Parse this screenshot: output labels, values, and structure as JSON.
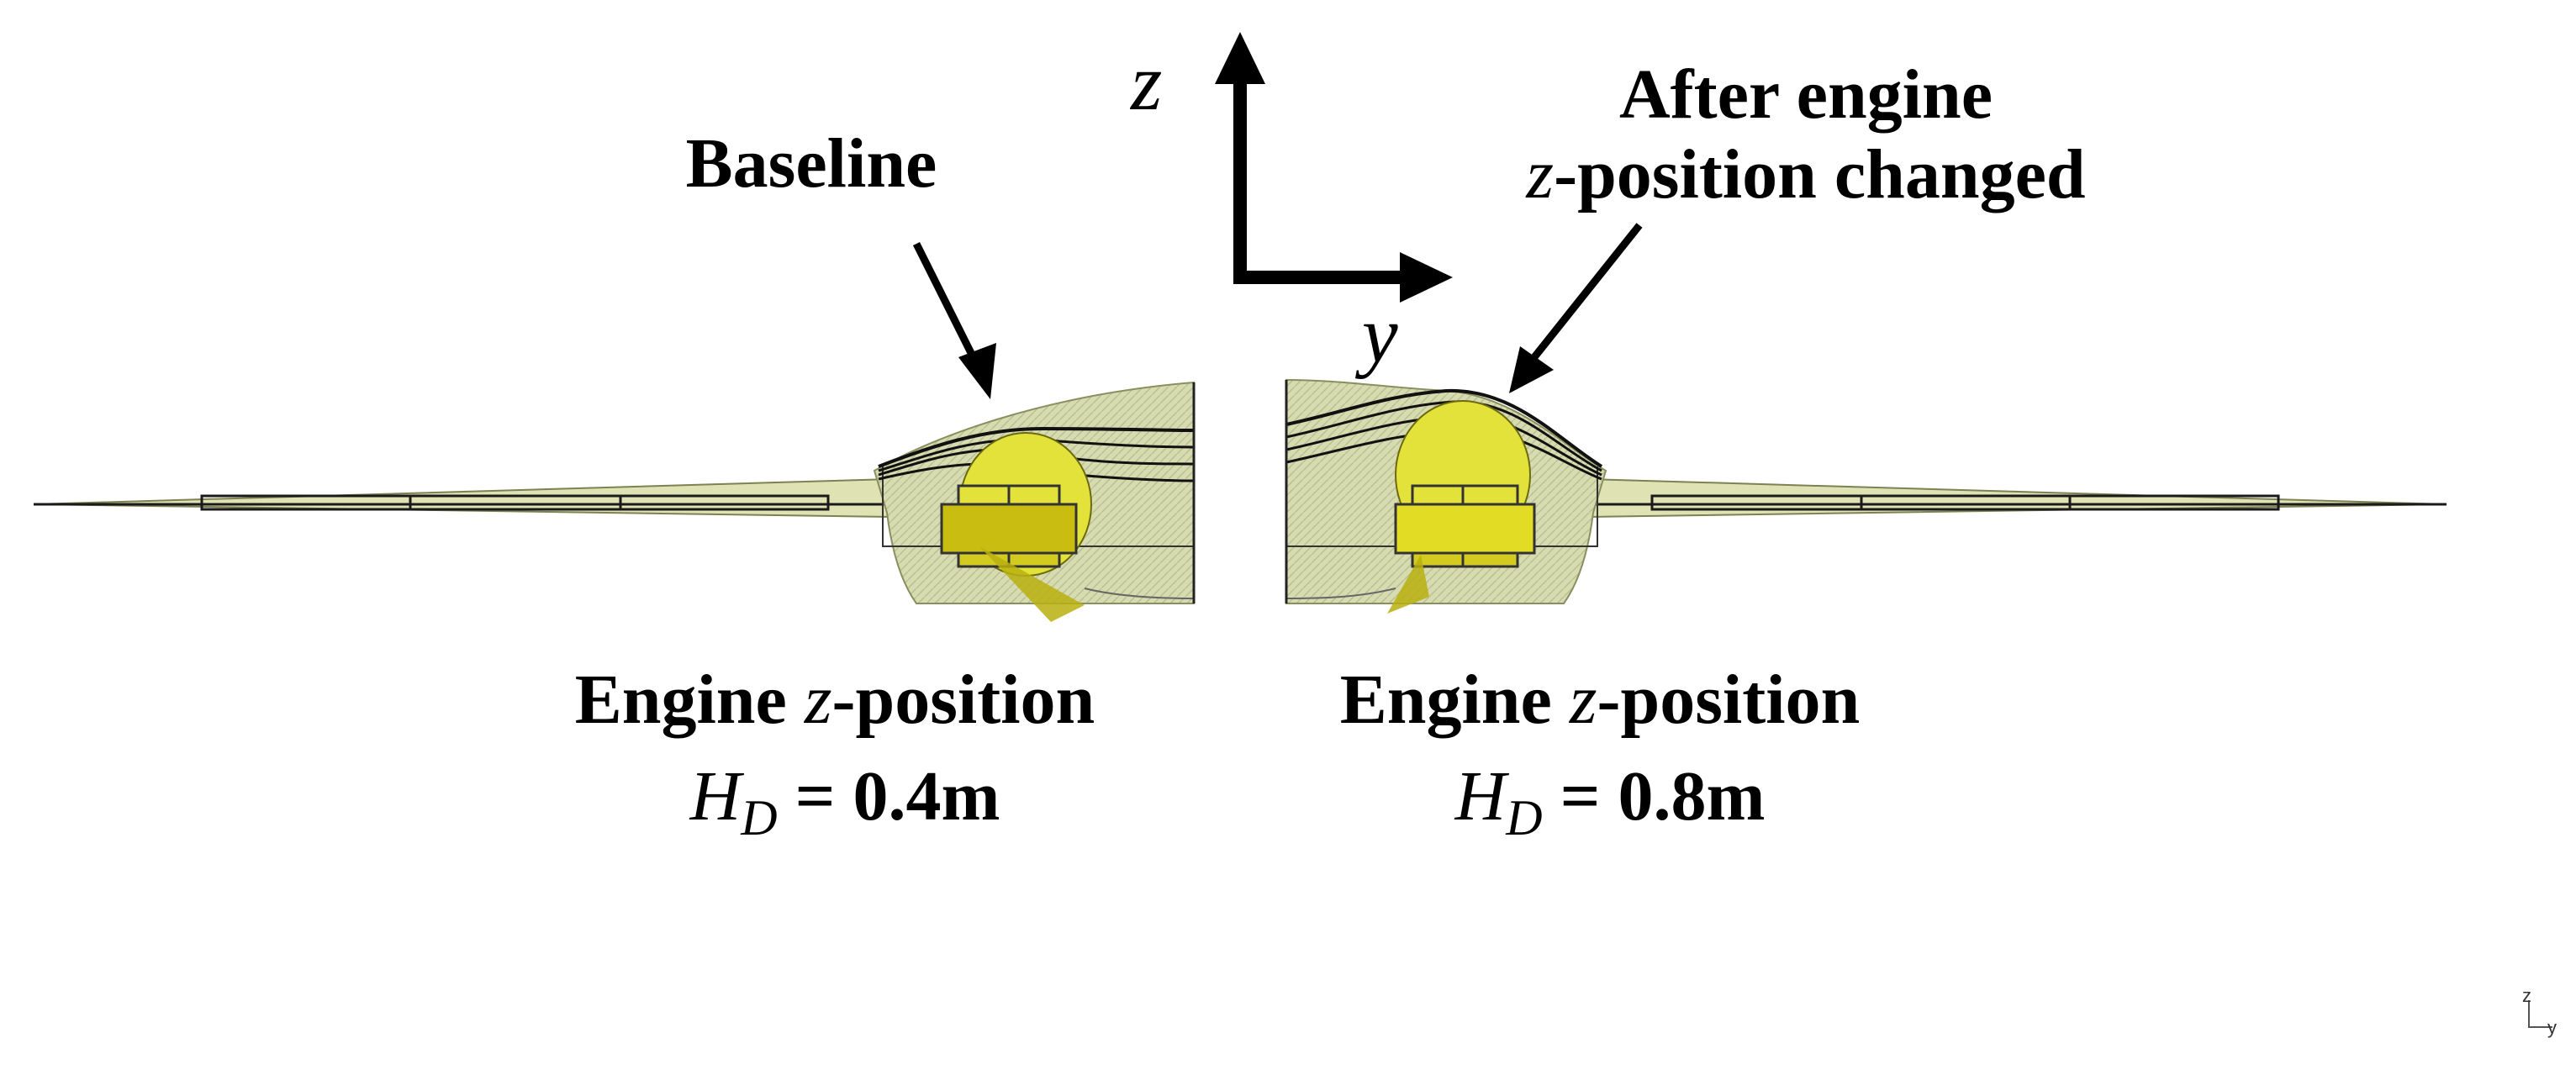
{
  "annotations": {
    "baseline": "Baseline",
    "changed_line1": "After engine",
    "changed_line2_var": "z",
    "changed_line2_rest": "-position changed"
  },
  "axes": {
    "z_label": "z",
    "y_label": "y",
    "corner_z": "z",
    "corner_y": "y"
  },
  "captions": {
    "left": {
      "line1_pre": "Engine ",
      "line1_var": "z",
      "line1_post": "-position",
      "hd_symbol": "H",
      "hd_subscript": "D",
      "hd_value": " = 0.4m"
    },
    "right": {
      "line1_pre": "Engine ",
      "line1_var": "z",
      "line1_post": "-position",
      "hd_symbol": "H",
      "hd_subscript": "D",
      "hd_value": " = 0.8m"
    }
  },
  "colors": {
    "wing_fill": "#dfe3b4",
    "engine_fill": "#e3e23a",
    "engine_dark": "#b9b00f",
    "line": "#1a1a1a"
  }
}
